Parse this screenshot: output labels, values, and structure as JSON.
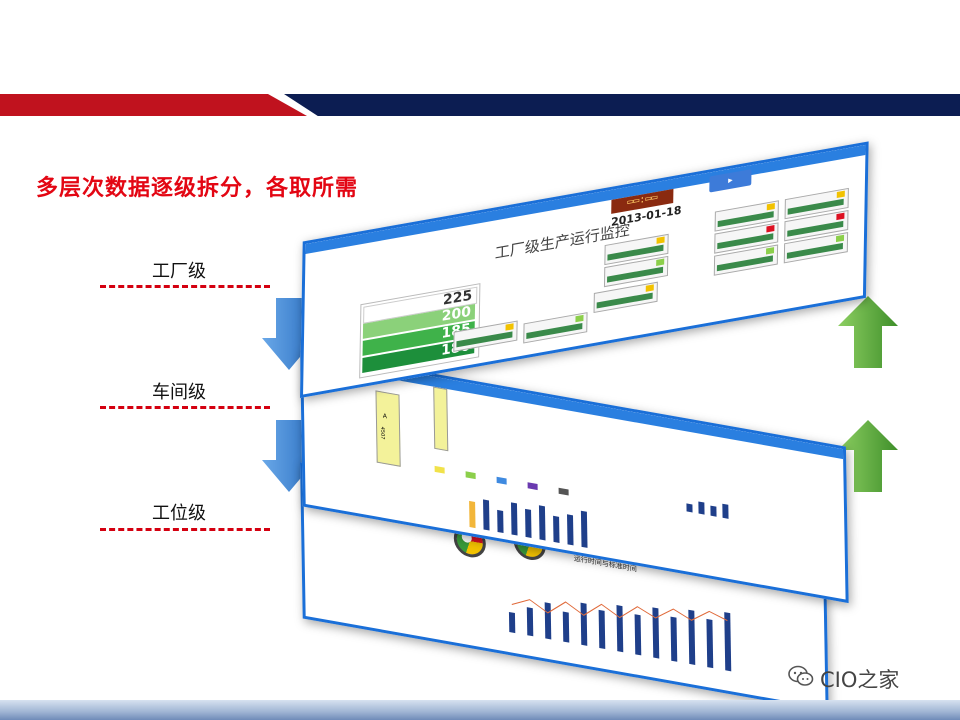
{
  "slide": {
    "title": "多层次数据逐级拆分，各取所需",
    "levels": [
      {
        "label": "工厂级"
      },
      {
        "label": "车间级"
      },
      {
        "label": "工位级"
      }
    ],
    "colors": {
      "header_red": "#c0121e",
      "header_navy": "#0c1d52",
      "title_red": "#e30613",
      "arrow_blue": "#3b88d8",
      "arrow_green": "#5aa83a",
      "screen_border": "#1a6fd8"
    }
  },
  "screens": {
    "factory": {
      "title": "工厂级生产运行监控",
      "date": "2013-01-18",
      "kpis": [
        {
          "value": "225",
          "color": "#ffffff"
        },
        {
          "value": "200",
          "color": "#8bd17a"
        },
        {
          "value": "185",
          "color": "#3fb24a"
        },
        {
          "value": "180",
          "color": "#1d8f3b"
        }
      ]
    },
    "workshop": {
      "labels": [
        "A",
        "4507"
      ]
    },
    "station": {
      "chart_title": "运行时间与标准时间"
    }
  },
  "watermark": {
    "text": "CIO之家",
    "icon": "wechat-icon"
  }
}
